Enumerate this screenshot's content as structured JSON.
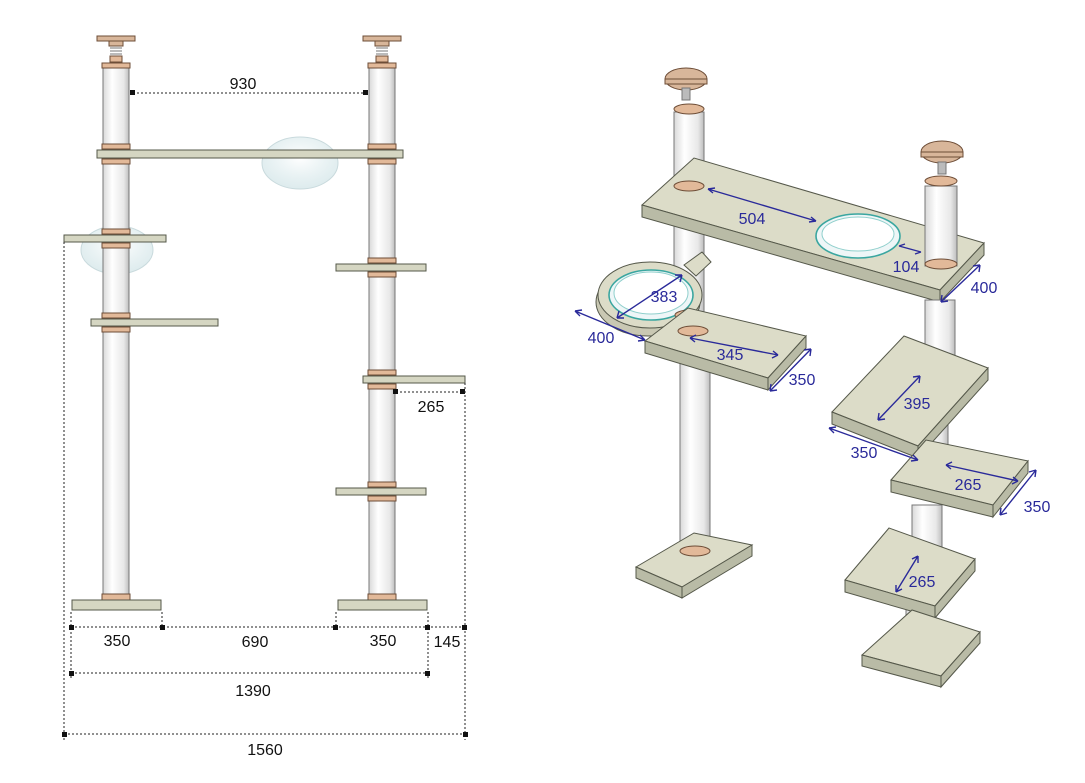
{
  "front_view": {
    "dimensions": {
      "top_span": "930",
      "shelf_depth": "265",
      "base_left": "350",
      "base_gap": "690",
      "base_right": "350",
      "overhang": "145",
      "inner_width": "1390",
      "total_width": "1560"
    }
  },
  "iso_view": {
    "dimensions": {
      "bowl_offset": "504",
      "bowl_edge": "104",
      "top_depth": "400",
      "ring_diameter": "383",
      "ring_depth": "400",
      "step1_width": "345",
      "step1_depth": "350",
      "step2_width": "395",
      "step3_offset": "350",
      "step3_width": "265",
      "step3_depth": "350",
      "step4_width": "265"
    }
  },
  "colors": {
    "plank": "#d5d6c2",
    "ring": "#e2b999",
    "bowl_rim": "#3aa6a0",
    "iso_label": "#2a2a9a"
  }
}
